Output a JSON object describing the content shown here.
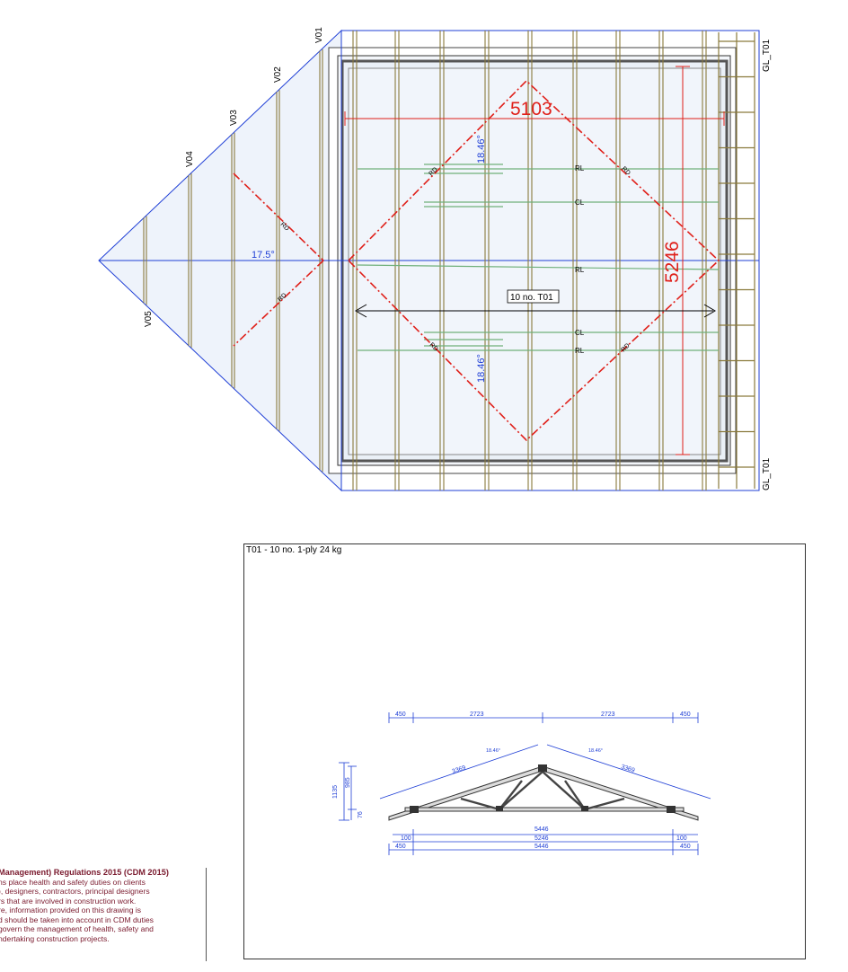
{
  "plan": {
    "dim_width": "5103",
    "dim_height": "5246",
    "pitch_main_top": "18.46°",
    "pitch_main_bottom": "18.46°",
    "pitch_hip": "17.5°",
    "truss_label": "10 no. T01",
    "ridge_labels": [
      "RL",
      "CL",
      "RL",
      "CL",
      "RL"
    ],
    "rd_label": "RD",
    "valley_labels": [
      "V01",
      "V02",
      "V03",
      "V04",
      "V05"
    ],
    "gable_top": "GL_T01",
    "gable_bottom": "GL_T01",
    "colors": {
      "blue": "#1f3fd6",
      "red": "#e0201a",
      "timber": "#8a7a3c",
      "green": "#6fb07a"
    }
  },
  "truss_panel": {
    "title_id": "T01",
    "title_qty": "- 10 no.",
    "title_ply": "1-ply",
    "title_weight": "24 kg",
    "dims": {
      "top_left": "450",
      "top_mid_left": "2723",
      "top_mid_right": "2723",
      "top_right": "450",
      "rafter_left": "3369",
      "rafter_right": "3369",
      "pitch_left": "18.46°",
      "pitch_right": "18.46°",
      "height_total": "1135",
      "height_inner": "985",
      "height_base": "76",
      "row1_mid": "5446",
      "row2_left": "100",
      "row2_mid": "5246",
      "row2_right": "100",
      "row3_left": "450",
      "row3_mid": "5446",
      "row3_right": "450"
    }
  },
  "cdm": {
    "heading": "Management) Regulations 2015 (CDM 2015)",
    "lines": [
      "ns place health and safety duties on clients",
      "), designers, contractors, principal designers",
      "rs that are involved in construction work.",
      "re, information provided on this drawing is",
      "d should be taken into account in CDM duties",
      "govern the management of health, safety and",
      "ndertaking construction projects."
    ]
  }
}
